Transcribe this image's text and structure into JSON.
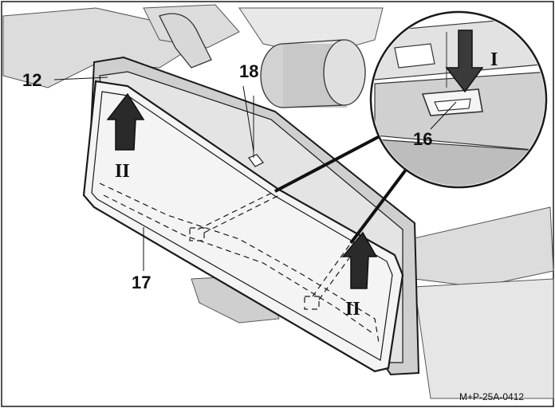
{
  "figure": {
    "callouts": {
      "c12": "12",
      "c18": "18",
      "c16": "16",
      "c17": "17"
    },
    "arrows": {
      "inset_arrow": "I",
      "left_arrow": "II",
      "right_arrow": "II"
    },
    "document_code": "M+P-25A-0412"
  },
  "colors": {
    "line": "#1a1a1a",
    "shade": "#bdbdbd",
    "light_shade": "#dcdcdc",
    "background": "#ffffff"
  }
}
